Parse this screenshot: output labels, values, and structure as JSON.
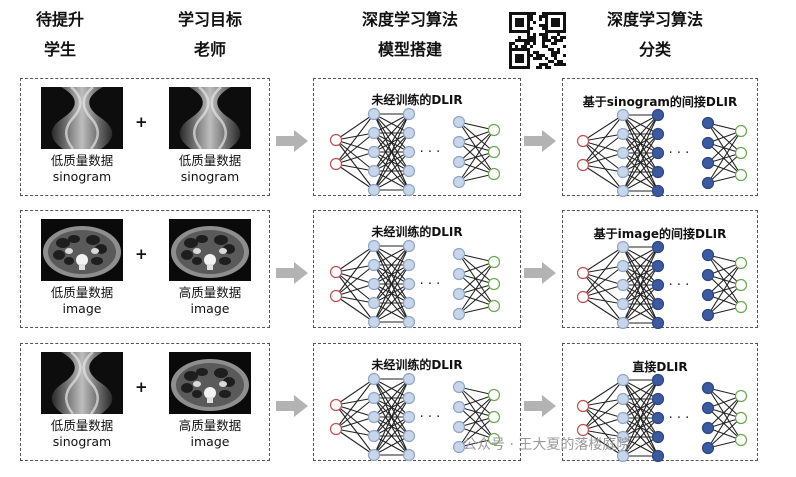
{
  "headers": {
    "student": [
      "待提升",
      "学生"
    ],
    "teacher": [
      "学习目标",
      "老师"
    ],
    "model": [
      "深度学习算法",
      "模型搭建"
    ],
    "classify": [
      "深度学习算法",
      "分类"
    ]
  },
  "rows": [
    {
      "left": {
        "image": "sinogram",
        "label": "低质量数据",
        "sub": "sinogram"
      },
      "right": {
        "image": "sinogram",
        "label": "低质量数据",
        "sub": "sinogram"
      },
      "plus": "+",
      "model_title": "未经训练的DLIR",
      "class_title": "基于sinogram的间接DLIR"
    },
    {
      "left": {
        "image": "ct",
        "label": "低质量数据",
        "sub": "image"
      },
      "right": {
        "image": "ct",
        "label": "高质量数据",
        "sub": "image"
      },
      "plus": "+",
      "model_title": "未经训练的DLIR",
      "class_title": "基于image的间接DLIR"
    },
    {
      "left": {
        "image": "sinogram",
        "label": "低质量数据",
        "sub": "sinogram"
      },
      "right": {
        "image": "ct",
        "label": "高质量数据",
        "sub": "image"
      },
      "plus": "+",
      "model_title": "未经训练的DLIR",
      "class_title": "直接DLIR"
    }
  ],
  "network": {
    "ellipsis": "· · ·"
  },
  "watermark": "公众号 · 王大夏的落楼庭院",
  "colors": {
    "input_node": "#c0504d",
    "hidden_node": "#c9d6ea",
    "output_node": "#6aa84f",
    "trained_node": "#3d5a9e",
    "arrow": "#b3b3b3"
  }
}
